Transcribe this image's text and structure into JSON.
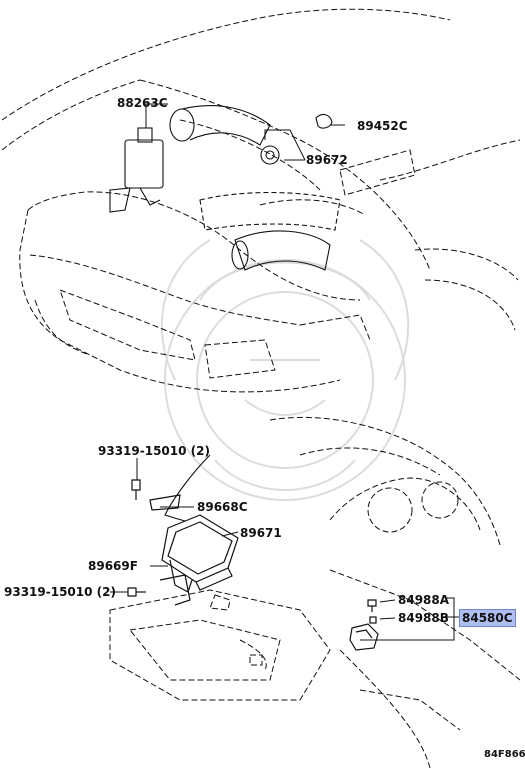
{
  "labels": {
    "p88263c": "88263C",
    "p89452c": "89452C",
    "p89672": "89672",
    "p93319_top": "93319-15010 (2)",
    "p89668c": "89668C",
    "p89671": "89671",
    "p89669f": "89669F",
    "p93319_left": "93319-15010 (2)",
    "p84988a": "84988A",
    "p84988b": "84988B",
    "p84580c": "84580C"
  },
  "diagram_code": "84F866",
  "colors": {
    "line": "#111111",
    "highlight": "#aebef0",
    "watermark": "#d8d8d8"
  },
  "watermark_icon": "samurai-crest-watermark"
}
